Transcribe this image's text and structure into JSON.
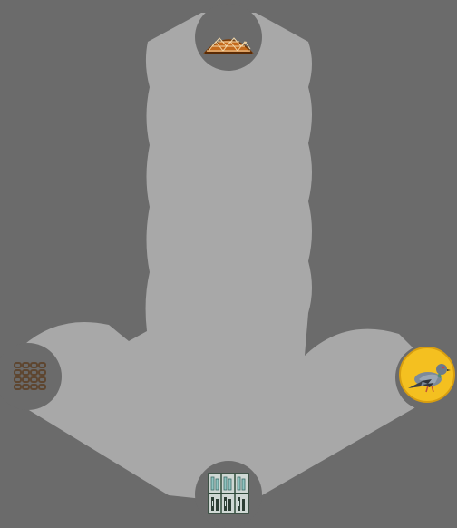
{
  "board": {
    "background_color": "#6b6b6b",
    "path_color": "#a8a8a8",
    "slot_color": "#6b6b6b"
  },
  "slots": [
    {
      "id": "top",
      "item": "woven-net-basket-icon"
    },
    {
      "id": "left",
      "item": "chain-links-grid-icon"
    },
    {
      "id": "right",
      "item": "pigeon-icon"
    },
    {
      "id": "bottom",
      "item": "bottles-crate-icon"
    }
  ]
}
